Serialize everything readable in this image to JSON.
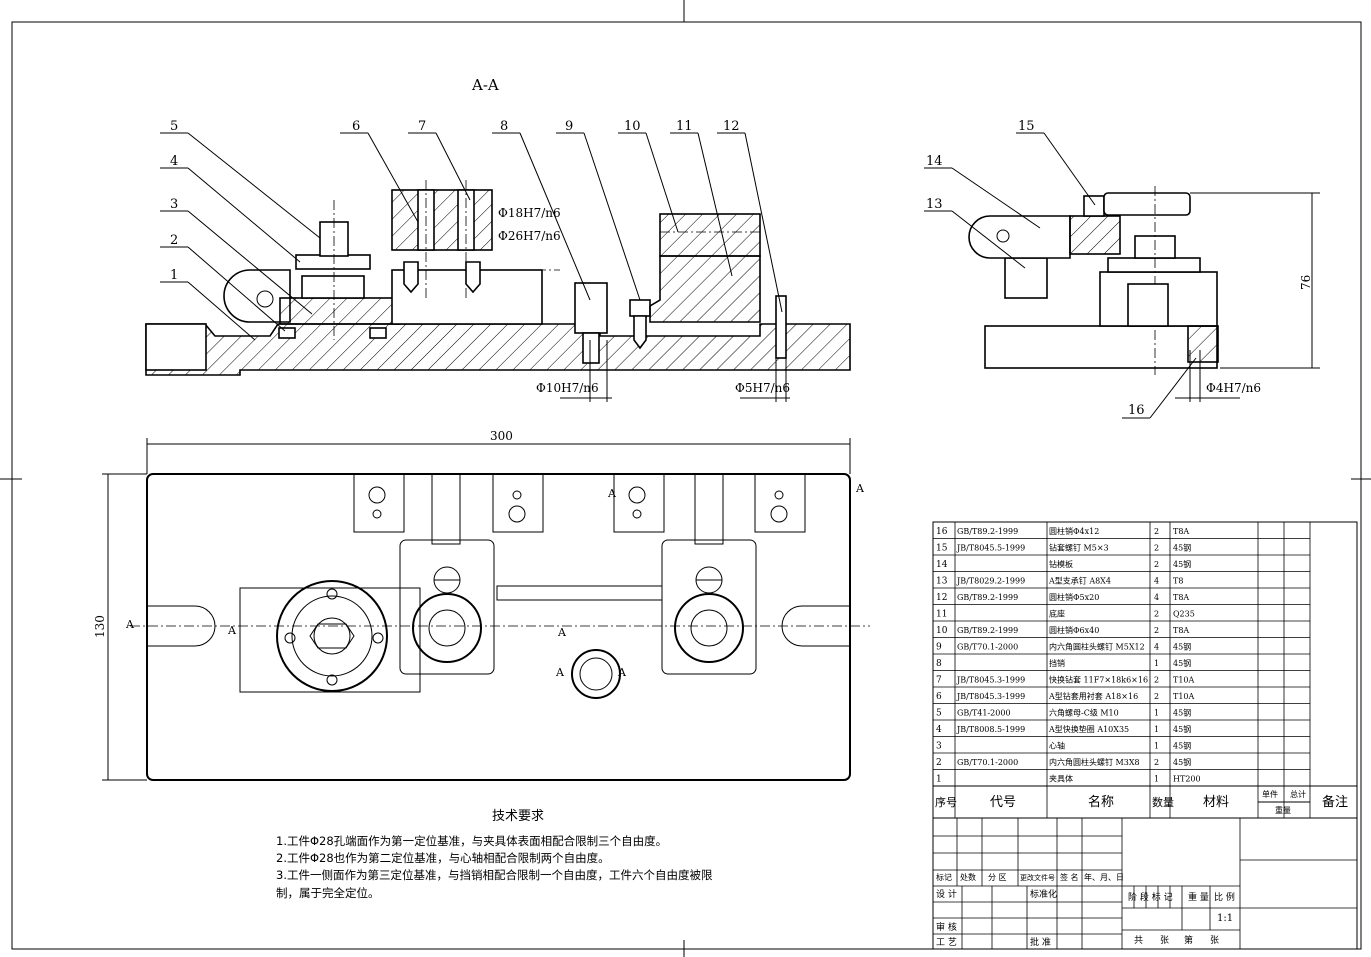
{
  "view_label": "A-A",
  "part_numbers_left": [
    "1",
    "2",
    "3",
    "4",
    "5",
    "6",
    "7",
    "8",
    "9",
    "10",
    "11",
    "12"
  ],
  "part_numbers_right": [
    "13",
    "14",
    "15",
    "16"
  ],
  "dims": {
    "fit_18": "Φ18H7/n6",
    "fit_26": "Φ26H7/n6",
    "fit_10": "Φ10H7/n6",
    "fit_5": "Φ5H7/n6",
    "fit_4": "Φ4H7/n6",
    "height_76": "76",
    "width_300": "300",
    "height_130": "130",
    "section_mark": "A"
  },
  "tech_req": {
    "title": "技术要求",
    "lines": [
      "1.工件Φ28孔端面作为第一定位基准，与夹具体表面相配合限制三个自由度。",
      "2.工件Φ28也作为第二定位基准，与心轴相配合限制两个自由度。",
      "3.工件一侧面作为第三定位基准，与挡销相配合限制一个自由度，工件六个自由度被限",
      "制，属于完全定位。"
    ]
  },
  "bom": {
    "rows": [
      {
        "no": "16",
        "code": "GB/T89.2-1999",
        "name": "圆柱销Φ4x12",
        "qty": "2",
        "mat": "T8A"
      },
      {
        "no": "15",
        "code": "JB/T8045.5-1999",
        "name": "钻套螺钉 M5×3",
        "qty": "2",
        "mat": "45钢"
      },
      {
        "no": "14",
        "code": "",
        "name": "钻模板",
        "qty": "2",
        "mat": "45钢"
      },
      {
        "no": "13",
        "code": "JB/T8029.2-1999",
        "name": "A型支承钉 A8X4",
        "qty": "4",
        "mat": "T8"
      },
      {
        "no": "12",
        "code": "GB/T89.2-1999",
        "name": "圆柱销Φ5x20",
        "qty": "4",
        "mat": "T8A"
      },
      {
        "no": "11",
        "code": "",
        "name": "底座",
        "qty": "2",
        "mat": "Q235"
      },
      {
        "no": "10",
        "code": "GB/T89.2-1999",
        "name": "圆柱销Φ6x40",
        "qty": "2",
        "mat": "T8A"
      },
      {
        "no": "9",
        "code": "GB/T70.1-2000",
        "name": "内六角圆柱头螺钉 M5X12",
        "qty": "4",
        "mat": "45钢"
      },
      {
        "no": "8",
        "code": "",
        "name": "挡销",
        "qty": "1",
        "mat": "45钢"
      },
      {
        "no": "7",
        "code": "JB/T8045.3-1999",
        "name": "快换钻套 11F7×18k6×16",
        "qty": "2",
        "mat": "T10A"
      },
      {
        "no": "6",
        "code": "JB/T8045.3-1999",
        "name": "A型钻套用衬套 A18×16",
        "qty": "2",
        "mat": "T10A"
      },
      {
        "no": "5",
        "code": "GB/T41-2000",
        "name": "六角螺母-C级 M10",
        "qty": "1",
        "mat": "45钢"
      },
      {
        "no": "4",
        "code": "JB/T8008.5-1999",
        "name": "A型快换垫圈 A10X35",
        "qty": "1",
        "mat": "45钢"
      },
      {
        "no": "3",
        "code": "",
        "name": "心轴",
        "qty": "1",
        "mat": "45钢"
      },
      {
        "no": "2",
        "code": "GB/T70.1-2000",
        "name": "内六角圆柱头螺钉 M3X8",
        "qty": "2",
        "mat": "45钢"
      },
      {
        "no": "1",
        "code": "",
        "name": "夹具体",
        "qty": "1",
        "mat": "HT200"
      }
    ],
    "header": {
      "no": "序号",
      "code": "代号",
      "name": "名称",
      "qty": "数量",
      "mat": "材料",
      "single": "单件",
      "total": "总计",
      "weight": "重量",
      "remark": "备注"
    }
  },
  "title_block": {
    "mark": "标记",
    "count": "处数",
    "zone": "分 区",
    "doc": "更改文件号",
    "sign": "签 名",
    "date": "年、月、日",
    "design": "设 计",
    "std": "标准化",
    "stage": "阶 段 标 记",
    "weight": "重 量",
    "scale": "比 例",
    "scale_val": "1:1",
    "review": "审 核",
    "process": "工 艺",
    "approve": "批 准",
    "sheets": "共",
    "sheet_unit": "张",
    "sheet_no": "第",
    "sheet_unit2": "张"
  }
}
